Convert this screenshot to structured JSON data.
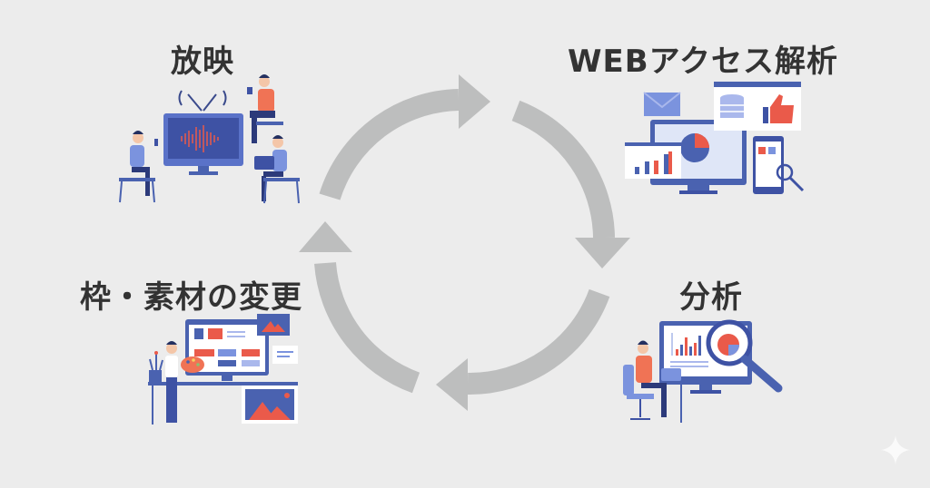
{
  "diagram": {
    "title": "PDCA cycle",
    "steps": [
      {
        "label": "放映",
        "icon": "broadcast-tv-icon"
      },
      {
        "label": "WEBアクセス解析",
        "icon": "web-analytics-icon"
      },
      {
        "label": "分析",
        "icon": "analysis-magnifier-icon"
      },
      {
        "label": "枠・素材の変更",
        "icon": "design-edit-icon"
      }
    ],
    "flow": "clockwise",
    "colors": {
      "background": "#ececec",
      "arrow": "#bdbebe",
      "text": "#333333",
      "accent_blue": "#4a62b0",
      "accent_red": "#ea5a4a",
      "light_blue": "#7b93de"
    },
    "watermark_icon": "sparkle-icon"
  }
}
